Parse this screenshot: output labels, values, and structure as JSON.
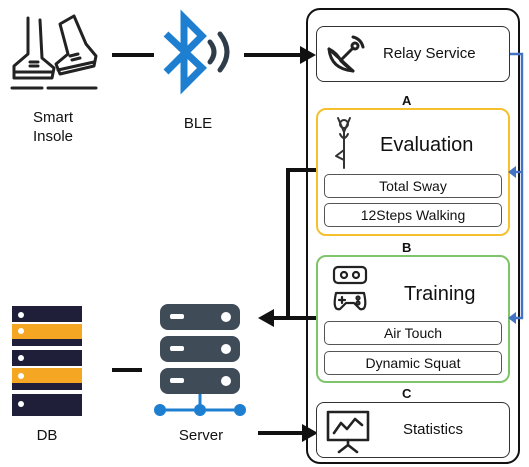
{
  "left": {
    "smart_insole_label": "Smart\nInsole",
    "ble_label": "BLE",
    "db_label": "DB",
    "server_label": "Server"
  },
  "panel": {
    "relay_label": "Relay Service",
    "section_a": "A",
    "evaluation_title": "Evaluation",
    "evaluation_items": [
      "Total Sway",
      "12Steps Walking"
    ],
    "section_b": "B",
    "training_title": "Training",
    "training_items": [
      "Air Touch",
      "Dynamic Squat"
    ],
    "section_c": "C",
    "statistics_label": "Statistics"
  },
  "colors": {
    "evaluation_border": "#f5bf2e",
    "training_border": "#7ec46a",
    "bluetooth": "#1e7fd1",
    "db_stripe": "#f5a623",
    "blue_arrow": "#4472c4"
  },
  "icons": [
    "shoes-icon",
    "bluetooth-icon",
    "satellite-dish-icon",
    "yoga-pose-icon",
    "vr-gamepad-icon",
    "database-icon",
    "server-icon",
    "presentation-chart-icon"
  ]
}
